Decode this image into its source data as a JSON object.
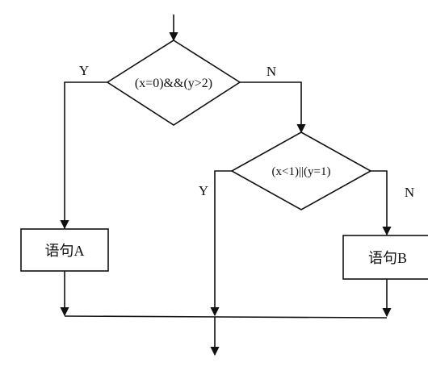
{
  "flowchart": {
    "decision1": {
      "condition": "(x=0)&&(y>2)",
      "yes_label": "Y",
      "no_label": "N"
    },
    "decision2": {
      "condition": "(x<1)||(y=1)",
      "yes_label": "Y",
      "no_label": "N"
    },
    "process_a": {
      "label": "语句A"
    },
    "process_b": {
      "label": "语句B"
    }
  }
}
